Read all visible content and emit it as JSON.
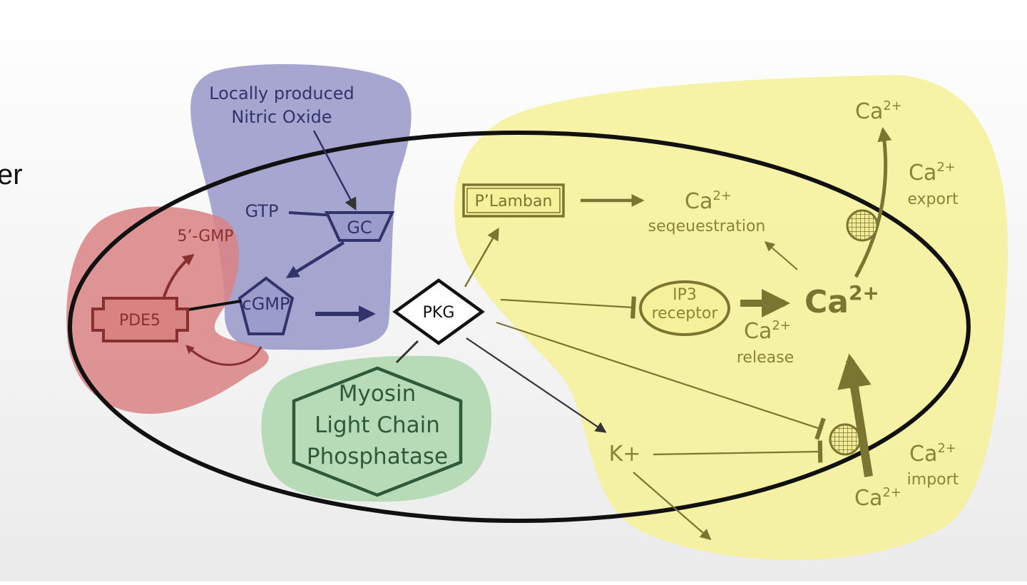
{
  "slide_fragment": "er",
  "colors": {
    "no_region": "#9c9ccc",
    "pde_region": "#d98282",
    "mlcp_region": "#b7dbb7",
    "ca_region": "#f5f09a",
    "cell_outline": "#111111",
    "blue_ink": "#33336b",
    "red_ink": "#8a2f2f",
    "olive_ink": "#7a7530"
  },
  "labels": {
    "no_line1": "Locally produced",
    "no_line2": "Nitric Oxide",
    "gtp": "GTP",
    "gc": "GC",
    "cgmp": "cGMP",
    "pde5": "PDE5",
    "gmp5": "5’-GMP",
    "pkg": "PKG",
    "mlcp_line1": "Myosin",
    "mlcp_line2": "Light Chain",
    "mlcp_line3": "Phosphatase",
    "plamban": "P’Lamban",
    "ca_base": "Ca",
    "ca_sup": "2+",
    "seq_label": "seqeuestration",
    "ip3_line1": "IP3",
    "ip3_line2": "receptor",
    "release_label": "release",
    "export_label": "export",
    "import_label": "import",
    "k_plus": "K+"
  }
}
